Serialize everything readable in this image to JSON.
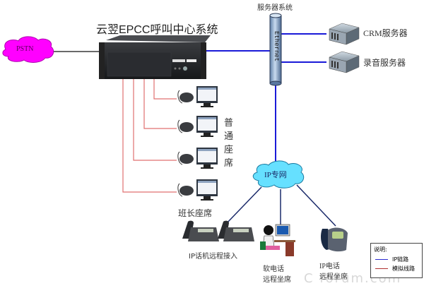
{
  "diagram": {
    "title": "云翌EPCC呼叫中心系统",
    "pstn_label": "PSTN",
    "server_system_label": "服务器系统",
    "ethernet_label": "Ethernet",
    "servers": [
      {
        "label": "CRM服务器"
      },
      {
        "label": "录音服务器"
      }
    ],
    "agents_label": "普通座席",
    "leader_label": "班长座席",
    "ip_network_label": "IP专网",
    "ip_phone_remote_label": "IP话机远程接入",
    "softphone_label": "软电话\n远程坐席",
    "ip_phone_seat_label": "IP电话\n远程坐席",
    "watermark": "C  forum.com"
  },
  "legend": {
    "title": "说明:",
    "items": [
      {
        "label": "IP链路",
        "color": "#2a2ad0"
      },
      {
        "label": "模拟线路",
        "color": "#b03030"
      }
    ]
  },
  "colors": {
    "ip_link": "#1a1ad8",
    "analog_line": "#e06060",
    "pstn_cloud": "#ff00ff",
    "ip_cloud": "#66e0ff",
    "remote_line": "#1a2a6a"
  }
}
